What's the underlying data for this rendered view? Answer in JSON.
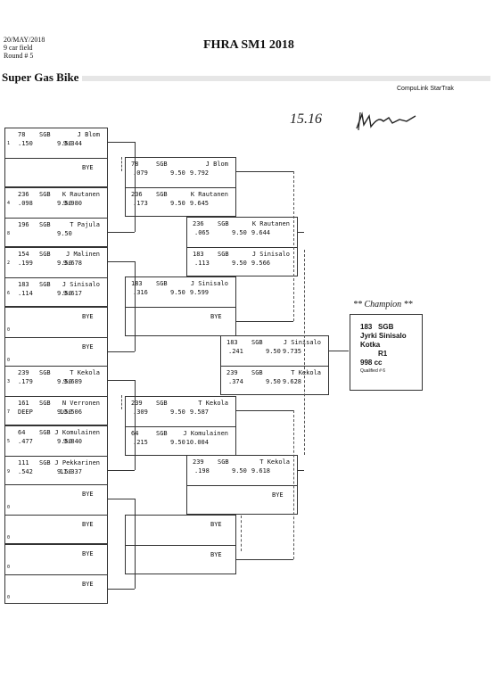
{
  "header": {
    "date": "20/MAY/2018",
    "field": "9 car field",
    "round": "Round # 5",
    "title": "FHRA SM1 2018",
    "class_name": "Super Gas Bike",
    "software": "CompuLink StarTrak",
    "handwritten": "15.16"
  },
  "rounds": [
    {
      "name": "round1",
      "matches": [
        {
          "top": {
            "seed": "1",
            "num": "78",
            "cls": "SGB",
            "name": "J Blom",
            "rt": ".150",
            "dial": "9.50",
            "et": "9.344"
          },
          "bottom": {
            "bye": "BYE"
          }
        },
        {
          "top": {
            "seed": "4",
            "num": "236",
            "cls": "SGB",
            "name": "K Rautanen",
            "rt": ".098",
            "dial": "9.50",
            "et": "9.980"
          },
          "bottom": {
            "seed": "8",
            "num": "196",
            "cls": "SGB",
            "name": "T Pajula",
            "rt": "",
            "dial": "9.50",
            "et": ""
          }
        },
        {
          "top": {
            "seed": "2",
            "num": "154",
            "cls": "SGB",
            "name": "J Malinen",
            "rt": ".199",
            "dial": "9.50",
            "et": "9.678"
          },
          "bottom": {
            "seed": "6",
            "num": "183",
            "cls": "SGB",
            "name": "J Sinisalo",
            "rt": ".114",
            "dial": "9.50",
            "et": "9.617"
          }
        },
        {
          "top": {
            "seed": "0",
            "bye": "BYE"
          },
          "bottom": {
            "seed": "0",
            "bye": "BYE"
          }
        },
        {
          "top": {
            "seed": "3",
            "num": "239",
            "cls": "SGB",
            "name": "T Kekola",
            "rt": ".179",
            "dial": "9.50",
            "et": "9.689"
          },
          "bottom": {
            "seed": "7",
            "num": "161",
            "cls": "SGB",
            "name": "N Verronen",
            "rt": "DEEP",
            "dial": "9.50",
            "et": "10.506"
          }
        },
        {
          "top": {
            "seed": "5",
            "num": "64",
            "cls": "SGB",
            "name": "J Komulainen",
            "rt": ".477",
            "dial": "9.50",
            "et": "9.840"
          },
          "bottom": {
            "seed": "9",
            "num": "111",
            "cls": "SGB",
            "name": "J Pekkarinen",
            "rt": ".542",
            "dial": "9.50",
            "et": "11.337"
          }
        },
        {
          "top": {
            "seed": "0",
            "bye": "BYE"
          },
          "bottom": {
            "seed": "0",
            "bye": "BYE"
          }
        },
        {
          "top": {
            "seed": "0",
            "bye": "BYE"
          },
          "bottom": {
            "seed": "0",
            "bye": "BYE"
          }
        }
      ]
    },
    {
      "name": "round2",
      "matches": [
        {
          "top": {
            "num": "78",
            "cls": "SGB",
            "name": "J Blom",
            "rt": ".079",
            "dial": "9.50",
            "et": "9.792"
          },
          "bottom": {
            "num": "236",
            "cls": "SGB",
            "name": "K Rautanen",
            "rt": ".173",
            "dial": "9.50",
            "et": "9.645"
          }
        },
        {
          "top": {
            "num": "183",
            "cls": "SGB",
            "name": "J Sinisalo",
            "rt": ".316",
            "dial": "9.50",
            "et": "9.599"
          },
          "bottom": {
            "bye": "BYE"
          }
        },
        {
          "top": {
            "num": "239",
            "cls": "SGB",
            "name": "T Kekola",
            "rt": ".309",
            "dial": "9.50",
            "et": "9.587"
          },
          "bottom": {
            "num": "64",
            "cls": "SGB",
            "name": "J Komulainen",
            "rt": ".215",
            "dial": "9.50",
            "et": "10.004"
          }
        },
        {
          "top": {
            "bye": "BYE"
          },
          "bottom": {
            "bye": "BYE"
          }
        }
      ]
    },
    {
      "name": "round3",
      "matches": [
        {
          "top": {
            "num": "236",
            "cls": "SGB",
            "name": "K Rautanen",
            "rt": ".065",
            "dial": "9.50",
            "et": "9.644"
          },
          "bottom": {
            "num": "183",
            "cls": "SGB",
            "name": "J Sinisalo",
            "rt": ".113",
            "dial": "9.50",
            "et": "9.566"
          }
        },
        {
          "top": {
            "num": "239",
            "cls": "SGB",
            "name": "T Kekola",
            "rt": ".198",
            "dial": "9.50",
            "et": "9.618"
          },
          "bottom": {
            "bye": "BYE"
          }
        }
      ]
    },
    {
      "name": "final",
      "matches": [
        {
          "top": {
            "num": "183",
            "cls": "SGB",
            "name": "J Sinisalo",
            "rt": ".241",
            "dial": "9.50",
            "et": "9.735"
          },
          "bottom": {
            "num": "239",
            "cls": "SGB",
            "name": "T Kekola",
            "rt": ".374",
            "dial": "9.50",
            "et": "9.628"
          }
        }
      ]
    }
  ],
  "champion": {
    "heading": "** Champion **",
    "num": "183",
    "cls": "SGB",
    "name": "Jyrki Sinisalo",
    "city": "Kotka",
    "engine": "R1",
    "cc": "998 cc",
    "qualified": "Qualified # 6"
  }
}
